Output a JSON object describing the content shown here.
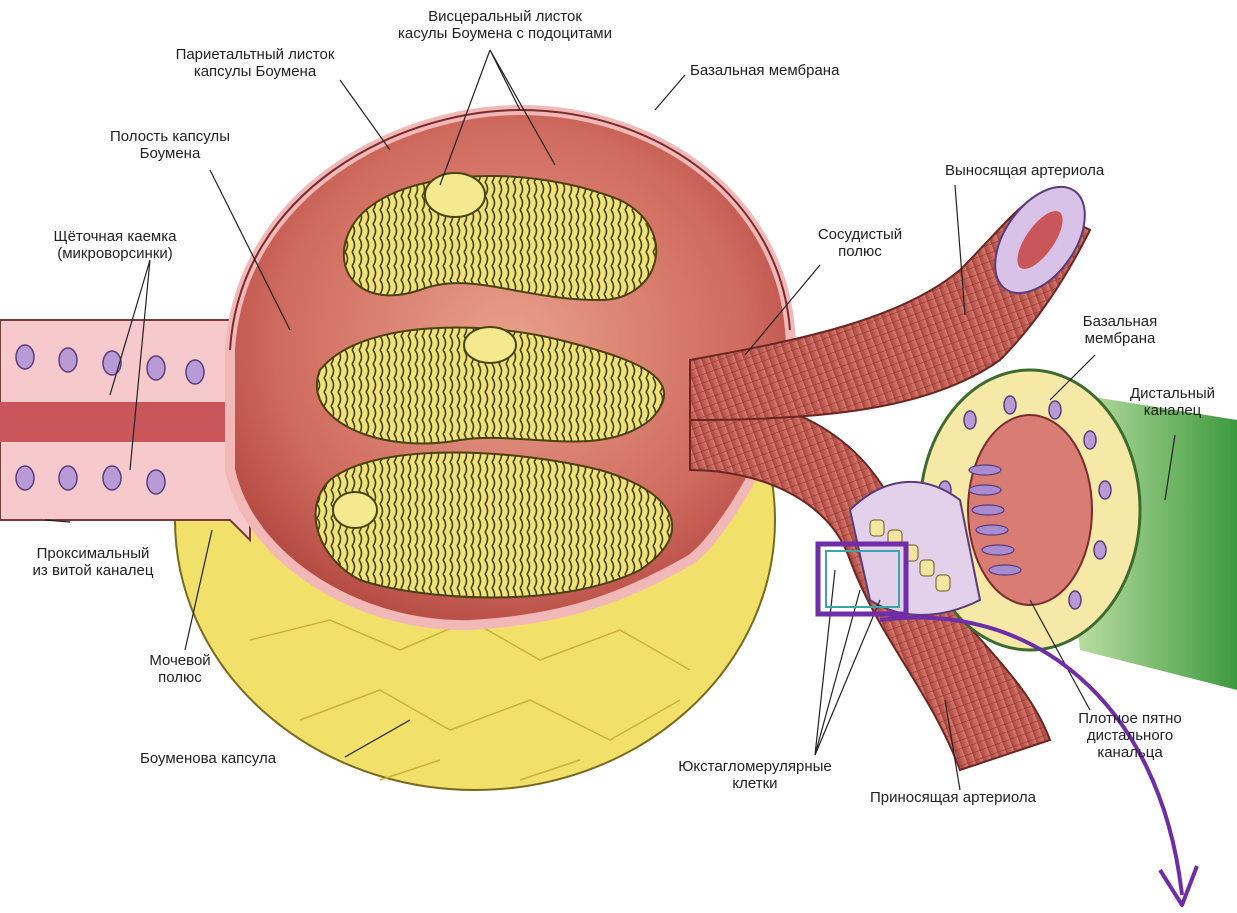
{
  "labels": {
    "visceral": [
      "Висцеральный листок",
      "касулы Боумена с подоцитами"
    ],
    "parietal": [
      "Париетальтный листок",
      "капсулы Боумена"
    ],
    "basal_top": "Базальная мембрана",
    "cavity": [
      "Полость капсулы",
      "Боумена"
    ],
    "efferent": "Выносящая артериола",
    "brush": [
      "Щёточная каемка",
      "(микроворсинки)"
    ],
    "vascular_pole": [
      "Сосудистый",
      "полюс"
    ],
    "basal_right": [
      "Базальная",
      "мембрана"
    ],
    "distal": [
      "Дистальный",
      "каналец"
    ],
    "proximal": [
      "Проксимальный",
      "из витой каналец"
    ],
    "urinary_pole": [
      "Мочевой",
      "полюс"
    ],
    "bowman": "Боуменова  капсула",
    "macula": [
      "Плотное пятно",
      "дистального",
      "канальца"
    ],
    "juxta": [
      "Юкстагломерулярные",
      "клетки"
    ],
    "afferent": "Приносящая артериола"
  },
  "colors": {
    "highlight_box": "#6f2da8",
    "highlight_inner": "#3ba6a6",
    "arrow": "#6f2da8"
  }
}
